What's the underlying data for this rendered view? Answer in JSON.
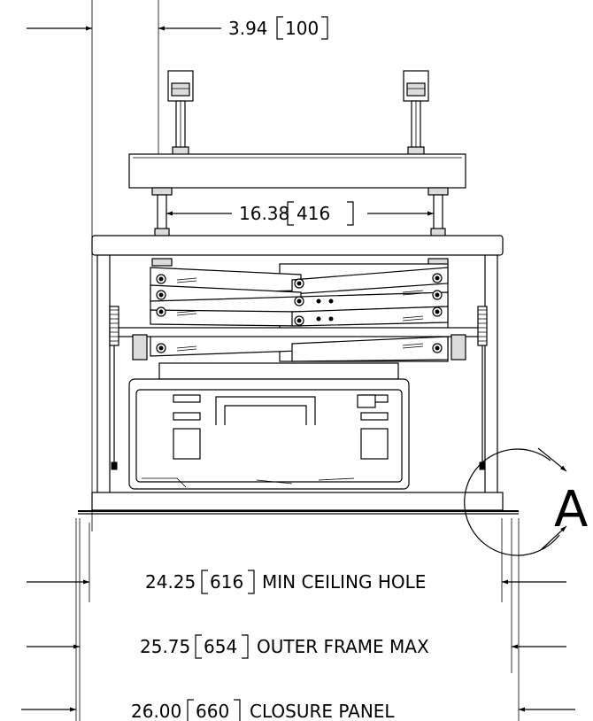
{
  "dimensions": {
    "top_offset": {
      "value": "3.94",
      "metric": "100",
      "label": ""
    },
    "rod_spacing": {
      "value": "16.38",
      "metric": "416",
      "label": ""
    },
    "ceiling_hole": {
      "value": "24.25",
      "metric": "616",
      "label": "MIN CEILING HOLE"
    },
    "outer_frame": {
      "value": "25.75",
      "metric": "654",
      "label": "OUTER FRAME MAX"
    },
    "closure_panel": {
      "value": "26.00",
      "metric": "660",
      "label": "CLOSURE PANEL"
    }
  },
  "detail_callout": {
    "label": "A"
  }
}
